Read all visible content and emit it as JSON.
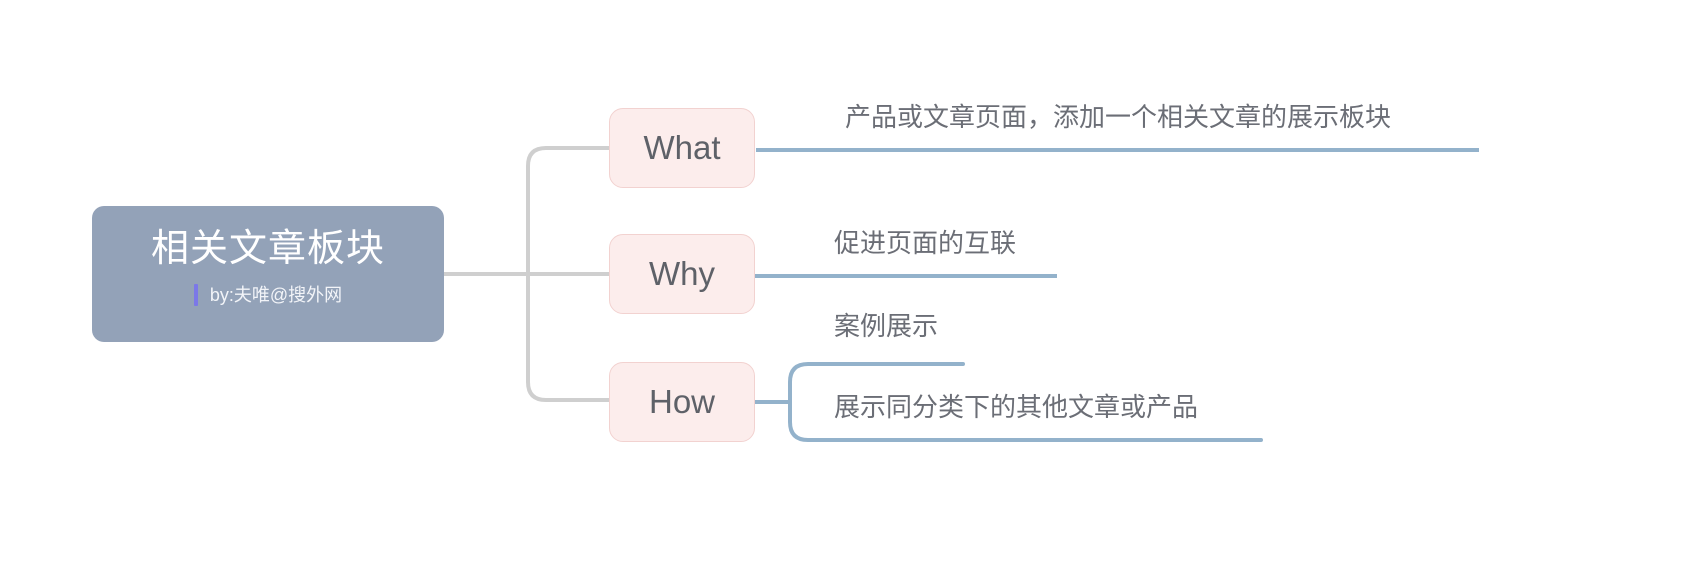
{
  "diagram": {
    "type": "mind-map",
    "title": "相关文章板块",
    "root": {
      "label": "相关文章板块",
      "byline": "by:夫唯@搜外网",
      "fill_color": "#93a2b8",
      "text_color": "#ffffff",
      "accent_color": "#7b78e8"
    },
    "branch_style": {
      "fill_color": "#fcedec",
      "border_color": "#f2d2d0",
      "text_color": "#5e6168"
    },
    "connector_colors": {
      "trunk": "#cfcfcf",
      "leaf": "#93b2cb"
    },
    "branches": [
      {
        "label": "What",
        "leaves": [
          {
            "text": "产品或文章页面，添加一个相关文章的展示板块"
          }
        ]
      },
      {
        "label": "Why",
        "leaves": [
          {
            "text": "促进页面的互联"
          }
        ]
      },
      {
        "label": "How",
        "leaves": [
          {
            "text": "案例展示"
          },
          {
            "text": "展示同分类下的其他文章或产品"
          }
        ]
      }
    ]
  }
}
